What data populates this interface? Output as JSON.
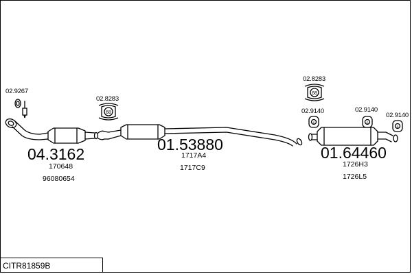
{
  "sections": {
    "front": {
      "part_number": "04.3162",
      "refs": [
        "170648",
        "96080654"
      ]
    },
    "middle": {
      "part_number": "01.53880",
      "refs": [
        "1717A4",
        "1717C9"
      ]
    },
    "rear": {
      "part_number": "01.64460",
      "refs": [
        "1726H3",
        "1726L5"
      ]
    }
  },
  "accessories": {
    "seal": "02.9267",
    "clamp_front": "02.8283",
    "clamp_rear": "02.8283",
    "hanger_1": "02.9140",
    "hanger_2": "02.9140",
    "hanger_3": "02.9140"
  },
  "clamp_badge": "68",
  "hanger_badge": "c",
  "kit_code": "CITR81859B",
  "colors": {
    "line": "#000000",
    "background": "#ffffff"
  }
}
